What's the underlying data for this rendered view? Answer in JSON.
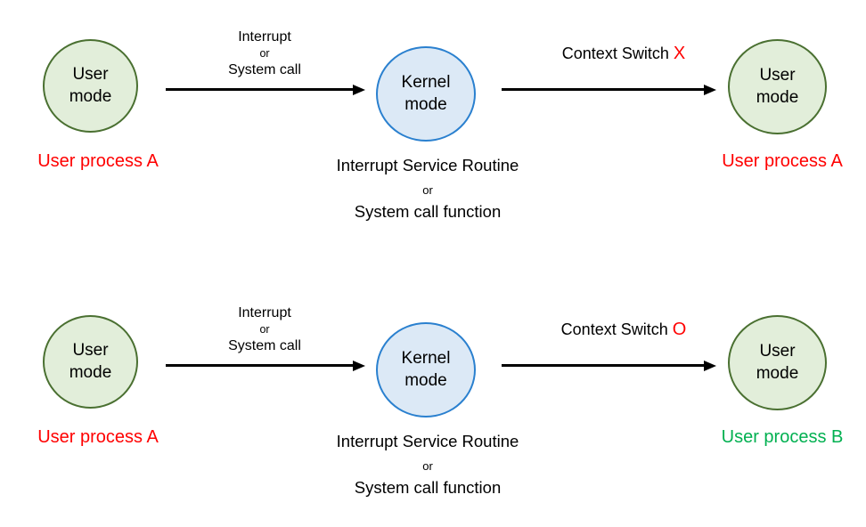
{
  "colors": {
    "background": "#ffffff",
    "text": "#000000",
    "arrow": "#000000",
    "user_fill": "#e2eeda",
    "user_border": "#4a7031",
    "kernel_fill": "#dce9f6",
    "kernel_border": "#2a80cf",
    "red": "#ff0000",
    "green": "#00b050"
  },
  "rows": [
    {
      "left_circle": {
        "label": "User\nmode"
      },
      "left_caption": "User process A",
      "transition": {
        "line1": "Interrupt",
        "or": "or",
        "line2": "System call"
      },
      "kernel_circle": {
        "label": "Kernel\nmode"
      },
      "kernel_caption": {
        "line1": "Interrupt Service Routine",
        "or": "or",
        "line2": "System call function"
      },
      "context_switch": {
        "label": "Context Switch",
        "mark": "X"
      },
      "right_circle": {
        "label": "User\nmode"
      },
      "right_caption": "User process A"
    },
    {
      "left_circle": {
        "label": "User\nmode"
      },
      "left_caption": "User process A",
      "transition": {
        "line1": "Interrupt",
        "or": "or",
        "line2": "System call"
      },
      "kernel_circle": {
        "label": "Kernel\nmode"
      },
      "kernel_caption": {
        "line1": "Interrupt Service Routine",
        "or": "or",
        "line2": "System call function"
      },
      "context_switch": {
        "label": "Context Switch",
        "mark": "O"
      },
      "right_circle": {
        "label": "User\nmode"
      },
      "right_caption": "User process B"
    }
  ]
}
